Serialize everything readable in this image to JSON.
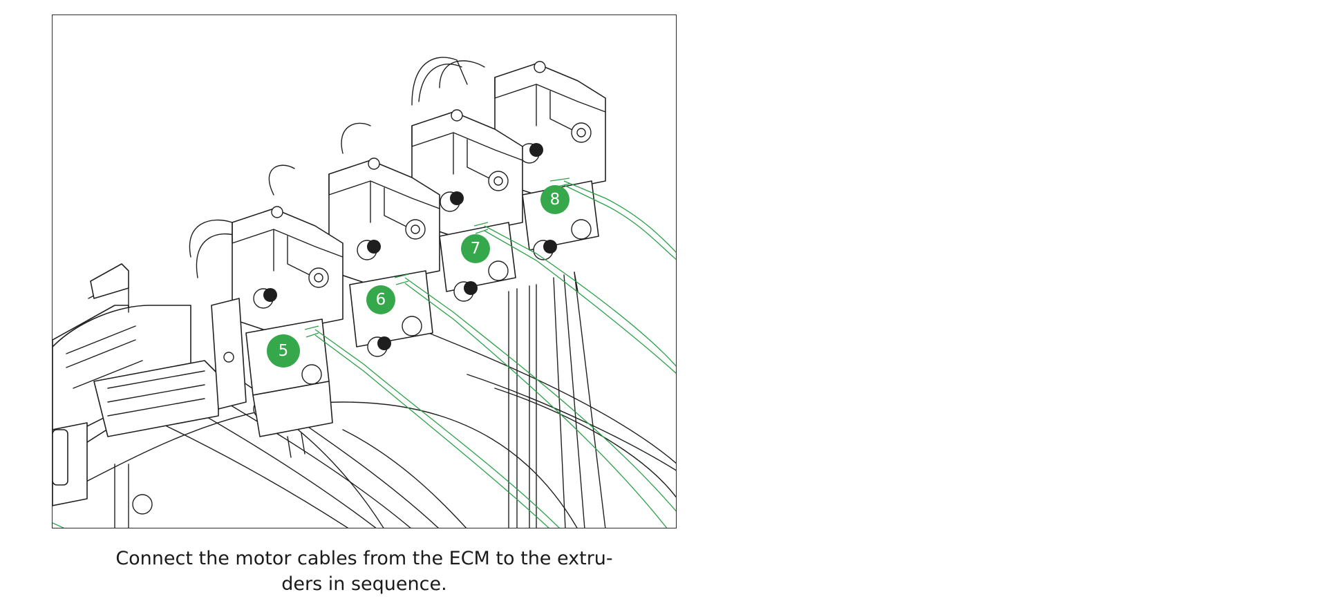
{
  "caption": {
    "line1": "Connect the motor cables from the ECM to the extru-",
    "line2": "ders in sequence."
  },
  "callouts": [
    {
      "label": "5"
    },
    {
      "label": "6"
    },
    {
      "label": "7"
    },
    {
      "label": "8"
    }
  ],
  "colors": {
    "accent_green": "#34a84a",
    "line_art": "#1f1f1f",
    "background": "#ffffff"
  }
}
